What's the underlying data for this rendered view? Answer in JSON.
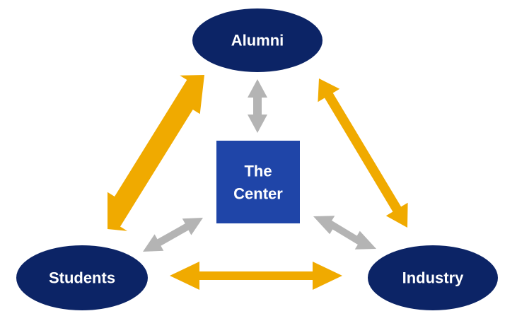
{
  "nodes": {
    "alumni": {
      "label": "Alumni"
    },
    "center": {
      "label_line1": "The",
      "label_line2": "Center"
    },
    "students": {
      "label": "Students"
    },
    "industry": {
      "label": "Industry"
    }
  },
  "colors": {
    "ellipse_fill": "#0c2466",
    "center_fill": "#1f45a8",
    "outer_arrow": "#f0aa00",
    "inner_arrow": "#b4b4b4",
    "text": "#ffffff"
  },
  "edges": [
    {
      "from": "alumni",
      "to": "students",
      "style": "outer",
      "direction": "both"
    },
    {
      "from": "alumni",
      "to": "industry",
      "style": "outer",
      "direction": "both"
    },
    {
      "from": "students",
      "to": "industry",
      "style": "outer",
      "direction": "both"
    },
    {
      "from": "center",
      "to": "alumni",
      "style": "inner",
      "direction": "both"
    },
    {
      "from": "center",
      "to": "students",
      "style": "inner",
      "direction": "both"
    },
    {
      "from": "center",
      "to": "industry",
      "style": "inner",
      "direction": "both"
    }
  ]
}
